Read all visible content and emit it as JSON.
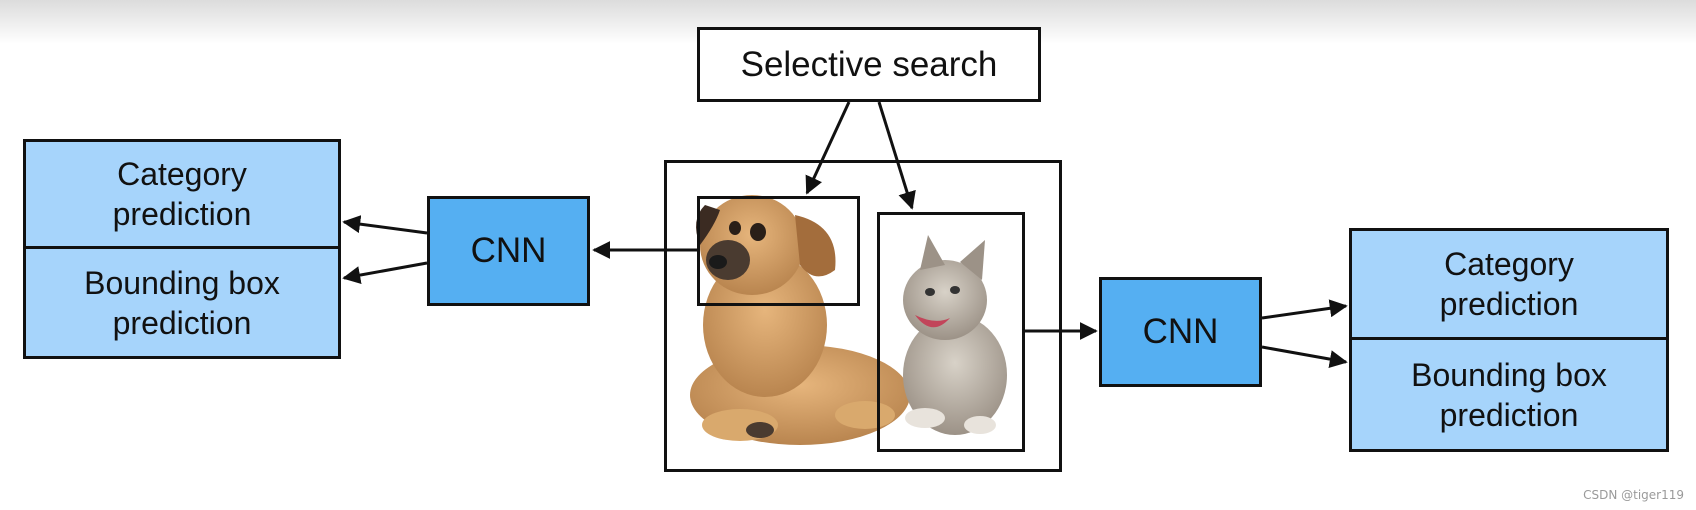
{
  "selective_search": {
    "label": "Selective search"
  },
  "cnn_left": {
    "label": "CNN"
  },
  "cnn_right": {
    "label": "CNN"
  },
  "output_left": {
    "category": "Category\nprediction",
    "bbox": "Bounding box\nprediction"
  },
  "output_right": {
    "category": "Category\nprediction",
    "bbox": "Bounding box\nprediction"
  },
  "photo": {
    "subjects": [
      "dog",
      "kitten"
    ]
  },
  "colors": {
    "cnn": "#55aff2",
    "output": "#a6d4fb",
    "stroke": "#111111"
  },
  "watermark": "CSDN @tiger119"
}
